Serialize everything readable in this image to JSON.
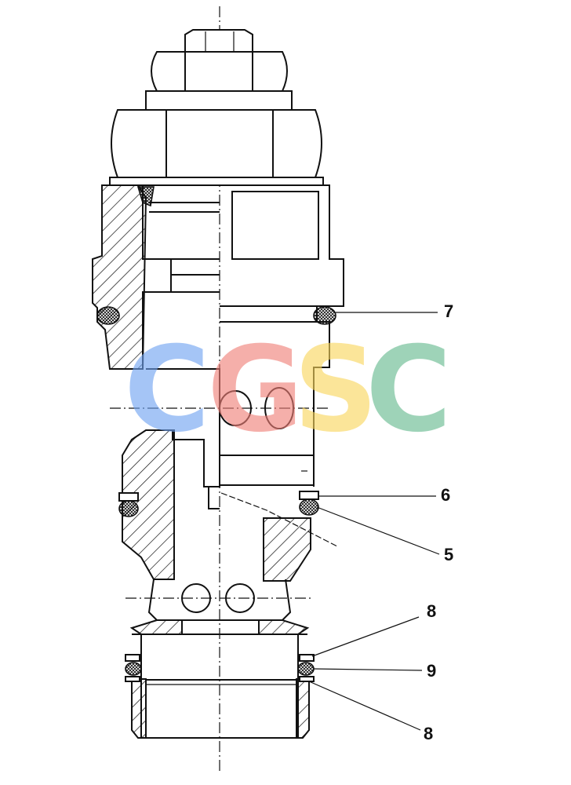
{
  "callouts": [
    {
      "id": "7",
      "label": "7"
    },
    {
      "id": "6",
      "label": "6"
    },
    {
      "id": "5",
      "label": "5"
    },
    {
      "id": "8a",
      "label": "8"
    },
    {
      "id": "9",
      "label": "9"
    },
    {
      "id": "8b",
      "label": "8"
    }
  ],
  "watermark": {
    "letters": [
      "C",
      "G",
      "S",
      "C"
    ],
    "colors": [
      "#6fa3f2",
      "#f07f77",
      "#f9d65c",
      "#63b98d"
    ]
  }
}
